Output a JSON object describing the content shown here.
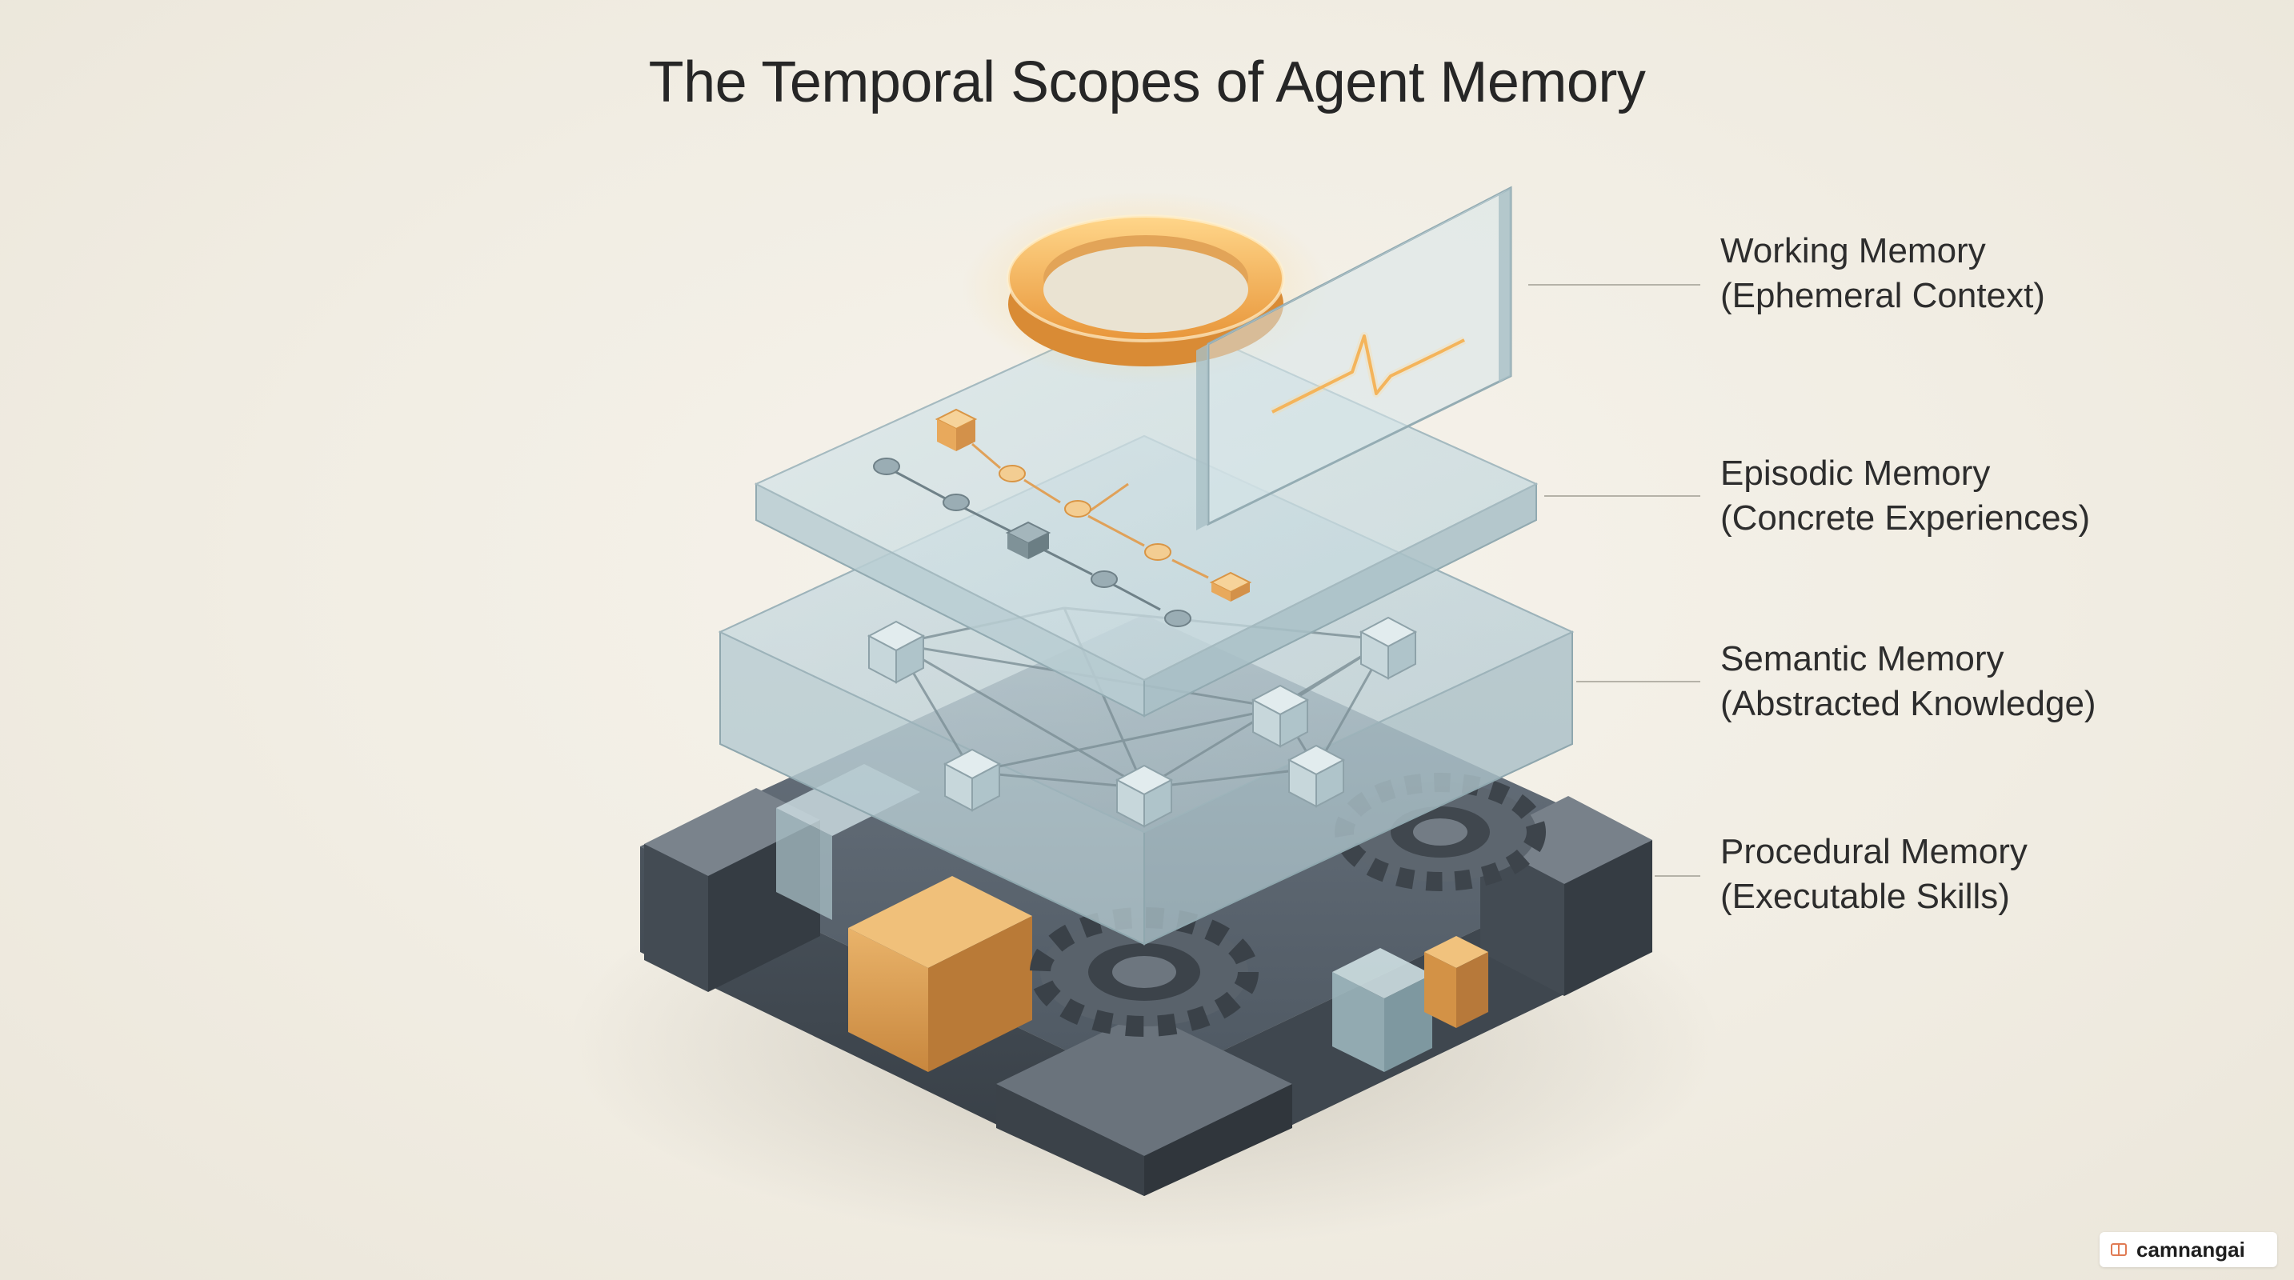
{
  "title": "The Temporal Scopes of Agent Memory",
  "layers": [
    {
      "name": "Working Memory",
      "subtitle": "(Ephemeral Context)"
    },
    {
      "name": "Episodic Memory",
      "subtitle": "(Concrete Experiences)"
    },
    {
      "name": "Semantic Memory",
      "subtitle": "(Abstracted Knowledge)"
    },
    {
      "name": "Procedural Memory",
      "subtitle": "(Executable Skills)"
    }
  ],
  "watermark": "camnangai",
  "colors": {
    "background": "#f1ede3",
    "accent_orange": "#f0a94a",
    "glass": "#c9dde3",
    "dark_block": "#4d5660",
    "title": "#262626"
  },
  "icons": [
    "ring-icon",
    "waveform-icon",
    "gear-icon",
    "cube-icon",
    "camera-icon"
  ]
}
